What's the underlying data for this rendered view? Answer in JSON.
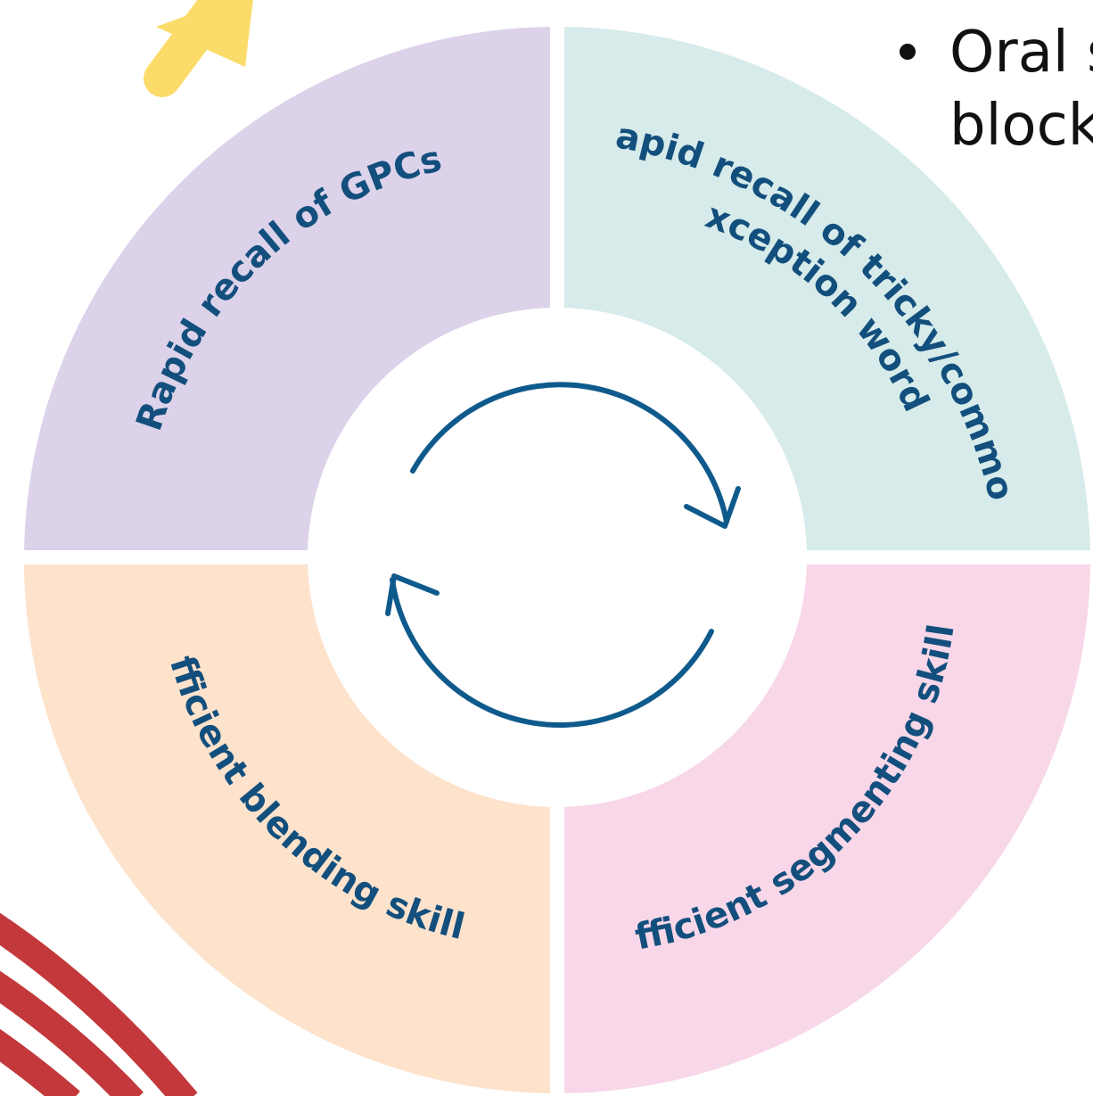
{
  "colors": {
    "text": "#134f7d",
    "arrow": "#0f5a8c",
    "purple": "#dcd2ea",
    "teal": "#d6ebea",
    "peach": "#fde2cc",
    "pink": "#f7d7e8",
    "yellow_arrow": "#fbdc6a",
    "red_stripe": "#c3383a",
    "bullet_text": "#111111"
  },
  "quadrants": {
    "top_left": {
      "label": "Rapid recall of GPCs"
    },
    "top_right": {
      "label_line1": "Rapid recall of tricky/common",
      "label_line2": "exception words"
    },
    "bottom_left": {
      "label": "Efficient blending skills"
    },
    "bottom_right": {
      "label": "Efficient segmenting skills"
    }
  },
  "center": {
    "icon": "cycle-arrows-icon"
  },
  "bullet": {
    "marker": "•",
    "line1": "Oral s",
    "line2": "block"
  },
  "decor": {
    "top_left": "yellow-arrow-icon",
    "bottom_left": "red-stripes"
  }
}
